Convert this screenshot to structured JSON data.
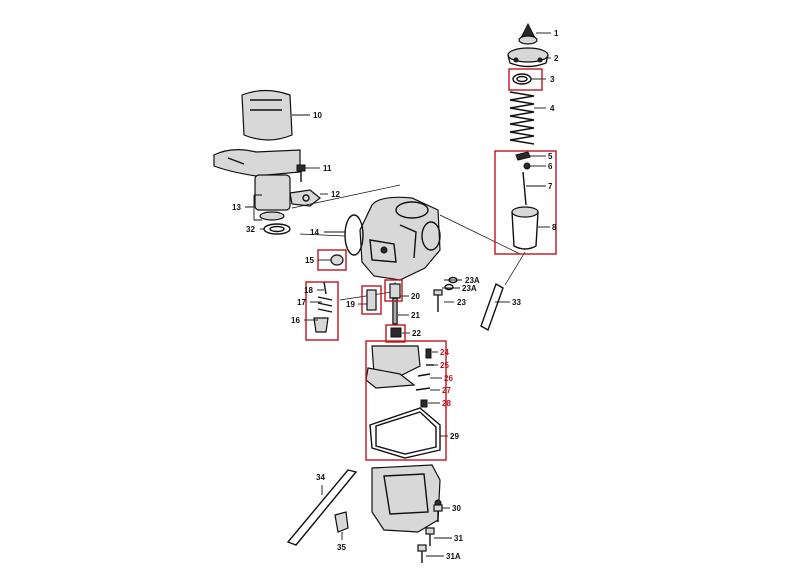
{
  "diagram": {
    "highlight_color": "#c0141c",
    "line_color": "#111111",
    "callouts": [
      {
        "id": "p1",
        "text": "1",
        "color": "#111111"
      },
      {
        "id": "p2",
        "text": "2",
        "color": "#111111"
      },
      {
        "id": "p3",
        "text": "3",
        "color": "#111111"
      },
      {
        "id": "p4",
        "text": "4",
        "color": "#111111"
      },
      {
        "id": "p5",
        "text": "5",
        "color": "#111111"
      },
      {
        "id": "p6",
        "text": "6",
        "color": "#111111"
      },
      {
        "id": "p7",
        "text": "7",
        "color": "#111111"
      },
      {
        "id": "p8",
        "text": "8",
        "color": "#111111"
      },
      {
        "id": "p10",
        "text": "10",
        "color": "#111111"
      },
      {
        "id": "p11",
        "text": "11",
        "color": "#111111"
      },
      {
        "id": "p12",
        "text": "12",
        "color": "#111111"
      },
      {
        "id": "p13",
        "text": "13",
        "color": "#111111"
      },
      {
        "id": "p32",
        "text": "32",
        "color": "#111111"
      },
      {
        "id": "p14",
        "text": "14",
        "color": "#111111"
      },
      {
        "id": "p15",
        "text": "15",
        "color": "#111111"
      },
      {
        "id": "p23a1",
        "text": "23A",
        "color": "#111111"
      },
      {
        "id": "p23a2",
        "text": "23A",
        "color": "#111111"
      },
      {
        "id": "p23",
        "text": "23",
        "color": "#111111"
      },
      {
        "id": "p33",
        "text": "33",
        "color": "#111111"
      },
      {
        "id": "p18",
        "text": "18",
        "color": "#111111"
      },
      {
        "id": "p17",
        "text": "17",
        "color": "#111111"
      },
      {
        "id": "p16",
        "text": "16",
        "color": "#111111"
      },
      {
        "id": "p19",
        "text": "19",
        "color": "#111111"
      },
      {
        "id": "p20",
        "text": "20",
        "color": "#111111"
      },
      {
        "id": "p21",
        "text": "21",
        "color": "#111111"
      },
      {
        "id": "p22",
        "text": "22",
        "color": "#111111"
      },
      {
        "id": "p24",
        "text": "24",
        "color": "#c0141c"
      },
      {
        "id": "p25",
        "text": "25",
        "color": "#c0141c"
      },
      {
        "id": "p26",
        "text": "26",
        "color": "#c0141c"
      },
      {
        "id": "p27",
        "text": "27",
        "color": "#c0141c"
      },
      {
        "id": "p28",
        "text": "28",
        "color": "#c0141c"
      },
      {
        "id": "p29",
        "text": "29",
        "color": "#111111"
      },
      {
        "id": "p34",
        "text": "34",
        "color": "#111111"
      },
      {
        "id": "p35",
        "text": "35",
        "color": "#111111"
      },
      {
        "id": "p30",
        "text": "30",
        "color": "#111111"
      },
      {
        "id": "p31",
        "text": "31",
        "color": "#111111"
      },
      {
        "id": "p31a",
        "text": "31A",
        "color": "#111111"
      }
    ]
  }
}
